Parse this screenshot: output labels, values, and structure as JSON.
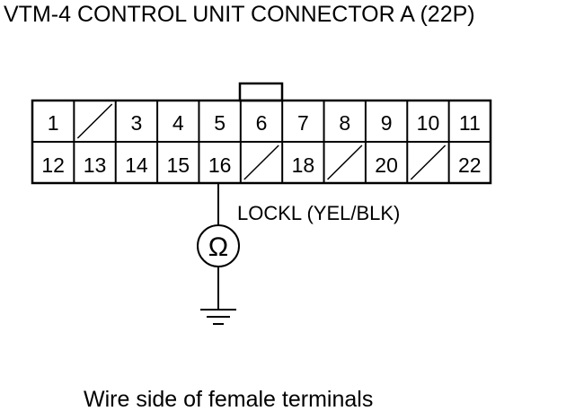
{
  "title": "VTM-4 CONTROL UNIT CONNECTOR A (22P)",
  "caption": "Wire side of female terminals",
  "wire_label": "LOCKL (YEL/BLK)",
  "meter_symbol": "Ω",
  "icons": [
    "ohmmeter-icon",
    "ground-icon"
  ],
  "connector": {
    "row1": [
      "1",
      "",
      "3",
      "4",
      "5",
      "6",
      "7",
      "8",
      "9",
      "10",
      "11"
    ],
    "row2": [
      "12",
      "13",
      "14",
      "15",
      "16",
      "",
      "18",
      "",
      "20",
      "",
      "22"
    ]
  }
}
